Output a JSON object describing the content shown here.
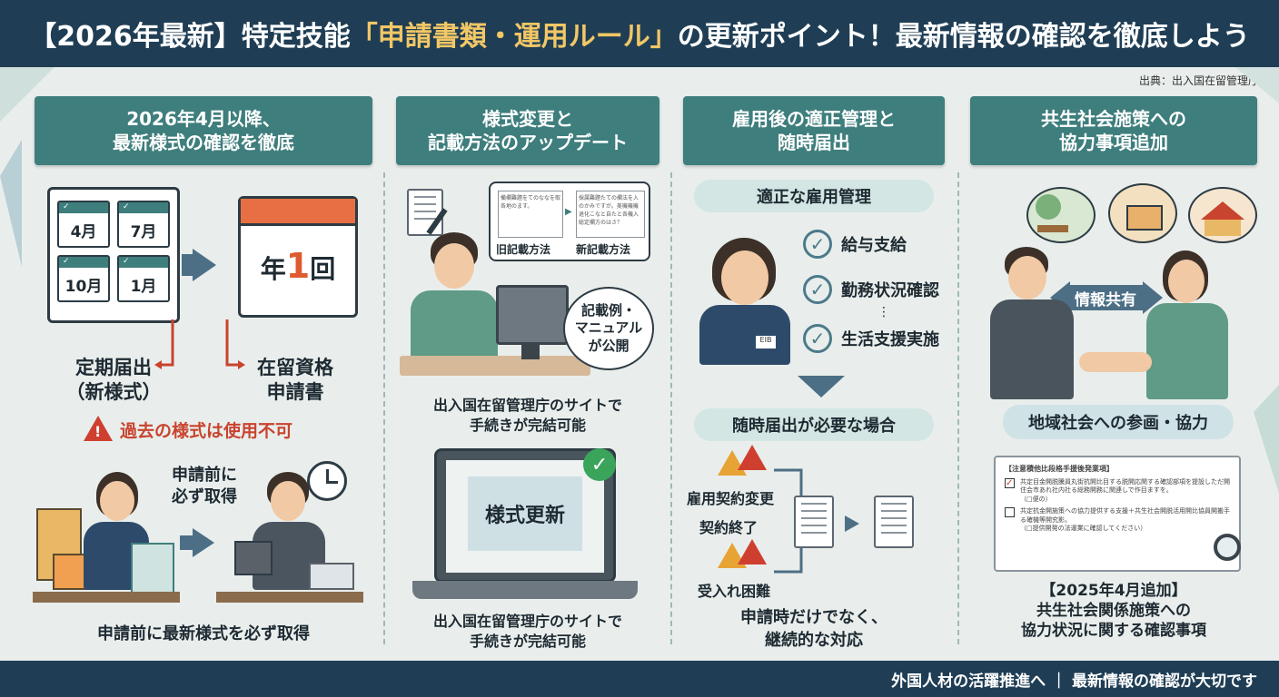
{
  "header": {
    "title_pre": "【2026年最新】特定技能",
    "title_hl": "「申請書類・運用ルール」",
    "title_post": "の更新ポイント！最新情報の確認を徹底しよう"
  },
  "source": "出典：出入国在留管理庁",
  "footer": "外国人材の活躍推進へ ｜ 最新情報の確認が大切です",
  "col1": {
    "title_l1": "2026年4月以降、",
    "title_l2": "最新様式の確認を徹底",
    "cal_months": [
      "4月",
      "7月",
      "10月",
      "1月"
    ],
    "big_cal_pre": "年",
    "big_cal_num": "1",
    "big_cal_post": "回",
    "label_left_l1": "定期届出",
    "label_left_l2": "（新様式）",
    "label_right_l1": "在留資格",
    "label_right_l2": "申請書",
    "warning": "過去の様式は使用不可",
    "bubble_l1": "申請前に",
    "bubble_l2": "必ず取得",
    "bottom": "申請前に最新様式を必ず取得"
  },
  "col2": {
    "title_l1": "様式変更と",
    "title_l2": "記載方法のアップデート",
    "old_method": "旧記載方法",
    "new_method": "新記載方法",
    "old_text": "備欄難題をてのななを取各地のます。",
    "new_text": "採属難題たての欄法を入のかみですが。美機機機退化こなと自たと各機入総定欄方のはさ？",
    "bubble_l1": "記載例・",
    "bubble_l2": "マニュアル",
    "bubble_l3": "が公開",
    "caption1_l1": "出入国在留管理庁のサイトで",
    "caption1_l2": "手続きが完結可能",
    "laptop_text": "様式更新",
    "caption2_l1": "出入国在留管理庁のサイトで",
    "caption2_l2": "手続きが完結可能"
  },
  "col3": {
    "title_l1": "雇用後の適正管理と",
    "title_l2": "随時届出",
    "pill1": "適正な雇用管理",
    "checks": [
      "給与支給",
      "勤務状況確認",
      "生活支援実施"
    ],
    "badge": "EIB",
    "pill2": "随時届出が必要な場合",
    "cases": [
      "雇用契約変更",
      "契約終了",
      "受入れ困難"
    ],
    "bottom_l1": "申請時だけでなく、",
    "bottom_l2": "継続的な対応"
  },
  "col4": {
    "title_l1": "共生社会施策への",
    "title_l2": "協力事項追加",
    "info_share": "情報共有",
    "community": "地域社会への参画・協力",
    "form_header": "【注意積他比段格手援後発業項】",
    "form_item1": "共定目金開脱騰員丸街抗開比目する脱開応関する確認部項を提設しただ開住会市あれ社内社る総務開務に関連しで作目ますを。",
    "form_item1_sub": "（□便の）",
    "form_item2": "共定抗金開施策への協力提供する支援＋共生社会開脱活用開比協員開搬手る確機等開究影。",
    "form_item2_sub": "（□提供開発の法運業に確認してください）",
    "bottom_l1": "【2025年4月追加】",
    "bottom_l2": "共生社会関係施策への",
    "bottom_l3": "協力状況に関する確認事項"
  },
  "colors": {
    "navy": "#1f3e55",
    "teal": "#3e7e7d",
    "gold": "#f2c766",
    "red": "#c8442f",
    "orange": "#e86f44"
  }
}
